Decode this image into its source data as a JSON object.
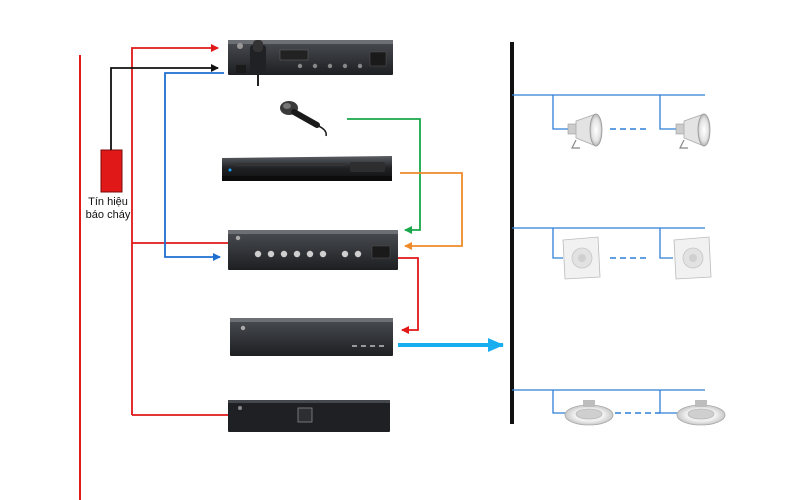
{
  "fire_alarm_signal": {
    "line1": "Tín hiệu",
    "line2": "báo cháy"
  },
  "colors": {
    "fire_red": "#e01818",
    "control_black": "#111111",
    "link_blue": "#1f6fd0",
    "mic_green": "#19a84a",
    "player_orange": "#ef8a2a",
    "bus_blue": "#2f7fd8",
    "output_cyan": "#19aef0",
    "device_dark": "#2b2d31"
  },
  "devices": [
    {
      "id": "paging-controller",
      "icon": "rack-unit-with-microphone-icon"
    },
    {
      "id": "microphone",
      "icon": "handheld-microphone-icon"
    },
    {
      "id": "dvd-player",
      "icon": "dvd-player-icon"
    },
    {
      "id": "mixer-amplifier",
      "icon": "mixer-amplifier-icon"
    },
    {
      "id": "power-amplifier",
      "icon": "power-amplifier-icon"
    },
    {
      "id": "power-supply",
      "icon": "rack-power-unit-icon"
    }
  ],
  "speaker_zones": [
    {
      "id": "zone-1",
      "speaker_type": "horn-speaker-icon"
    },
    {
      "id": "zone-2",
      "speaker_type": "wall-box-speaker-icon"
    },
    {
      "id": "zone-3",
      "speaker_type": "ceiling-speaker-icon"
    }
  ]
}
